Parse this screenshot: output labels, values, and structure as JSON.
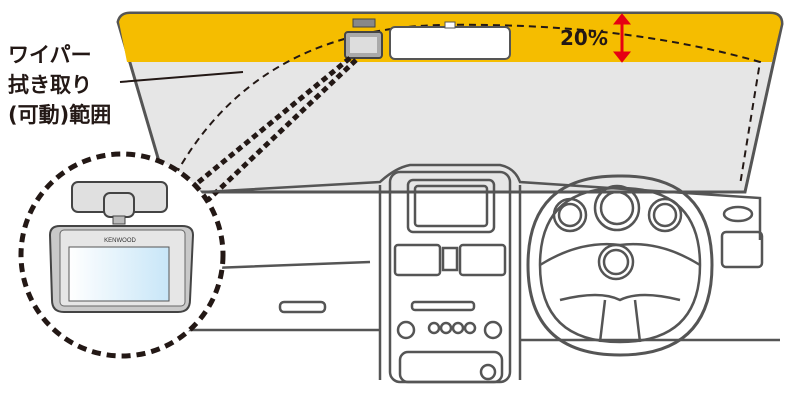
{
  "annotation": {
    "label_lines": [
      "ワイパー",
      "拭き取り",
      "(可動)範囲"
    ],
    "percent": "20%"
  },
  "device": {
    "brand": "KENWOOD"
  },
  "colors": {
    "band": "#f5bd00",
    "glass": "#e6e6e6",
    "arrow": "#e60012",
    "line": "#3e3a39"
  }
}
